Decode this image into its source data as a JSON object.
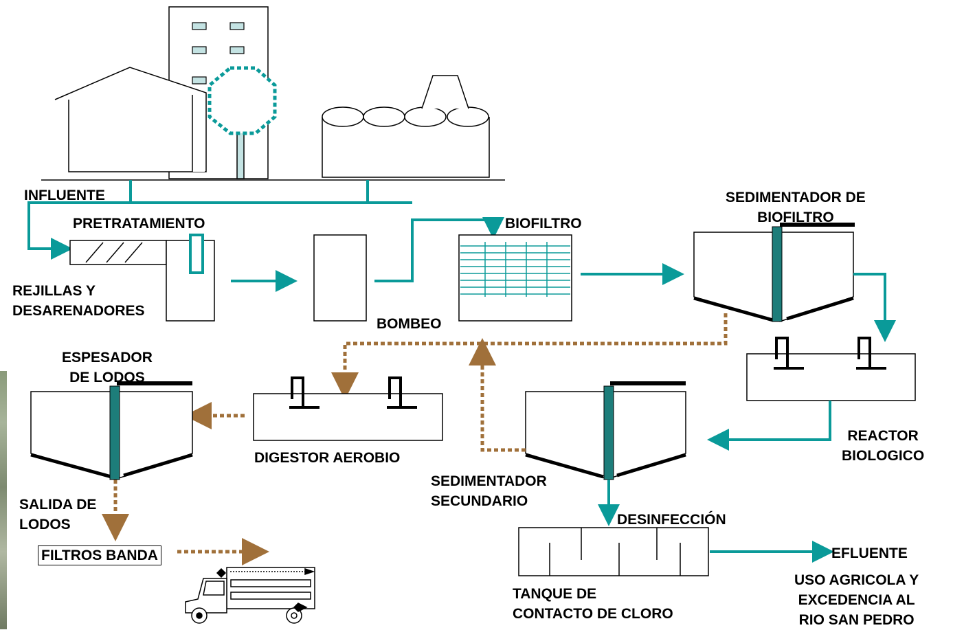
{
  "labels": {
    "influente": "INFLUENTE",
    "pretratamiento": "PRETRATAMIENTO",
    "rejillas": "REJILLAS Y\nDESARENADORES",
    "bombeo": "BOMBEO",
    "biofiltro": "BIOFILTRO",
    "sedimentador_biofiltro": "SEDIMENTADOR DE\nBIOFILTRO",
    "reactor": "REACTOR\nBIOLOGICO",
    "espesador": "ESPESADOR\nDE LODOS",
    "digestor": "DIGESTOR AEROBIO",
    "sedimentador_secundario": "SEDIMENTADOR\nSECUNDARIO",
    "salida_lodos": "SALIDA DE\nLODOS",
    "filtros_banda": "FILTROS BANDA",
    "desinfeccion": "DESINFECCIÓN",
    "tanque": "TANQUE DE\nCONTACTO DE CLORO",
    "efluente": "EFLUENTE",
    "uso_agricola": "USO AGRICOLA Y\nEXCEDENCIA AL\nRIO SAN PEDRO"
  },
  "colors": {
    "water_flow": "#0a9a99",
    "sludge_flow": "#a0703a",
    "tank_divider": "#1d7d7a",
    "window": "#c4e3e3"
  },
  "icons": {
    "truck": "sludge-truck-icon",
    "aerator": "surface-aerator-icon"
  }
}
